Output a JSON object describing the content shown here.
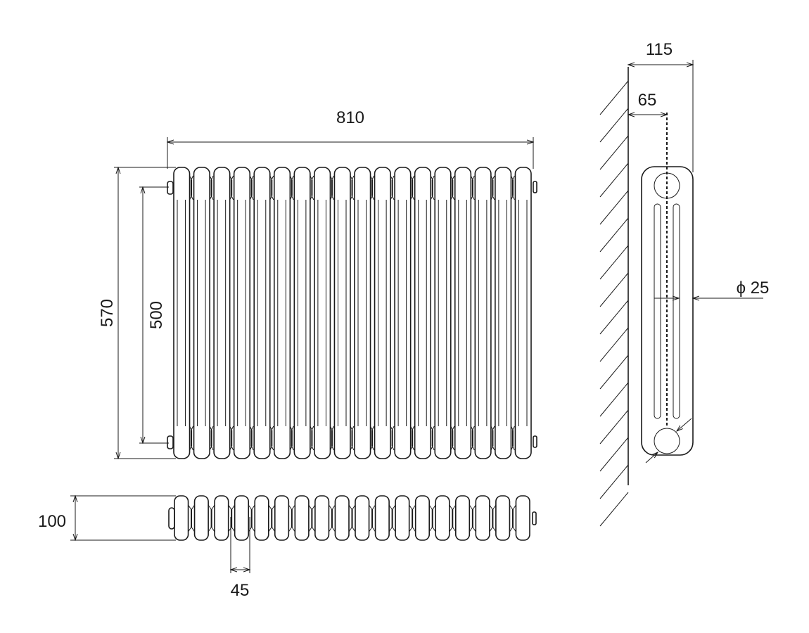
{
  "drawing": {
    "column_count": 18,
    "dimensions": {
      "overall_width": "810",
      "overall_height": "570",
      "pipe_centres": "500",
      "depth": "100",
      "column_pitch": "45",
      "wall_to_back": "115",
      "wall_to_centre": "65",
      "connection_diameter": "ϕ 25"
    },
    "line_color": "#1a1a1a"
  }
}
